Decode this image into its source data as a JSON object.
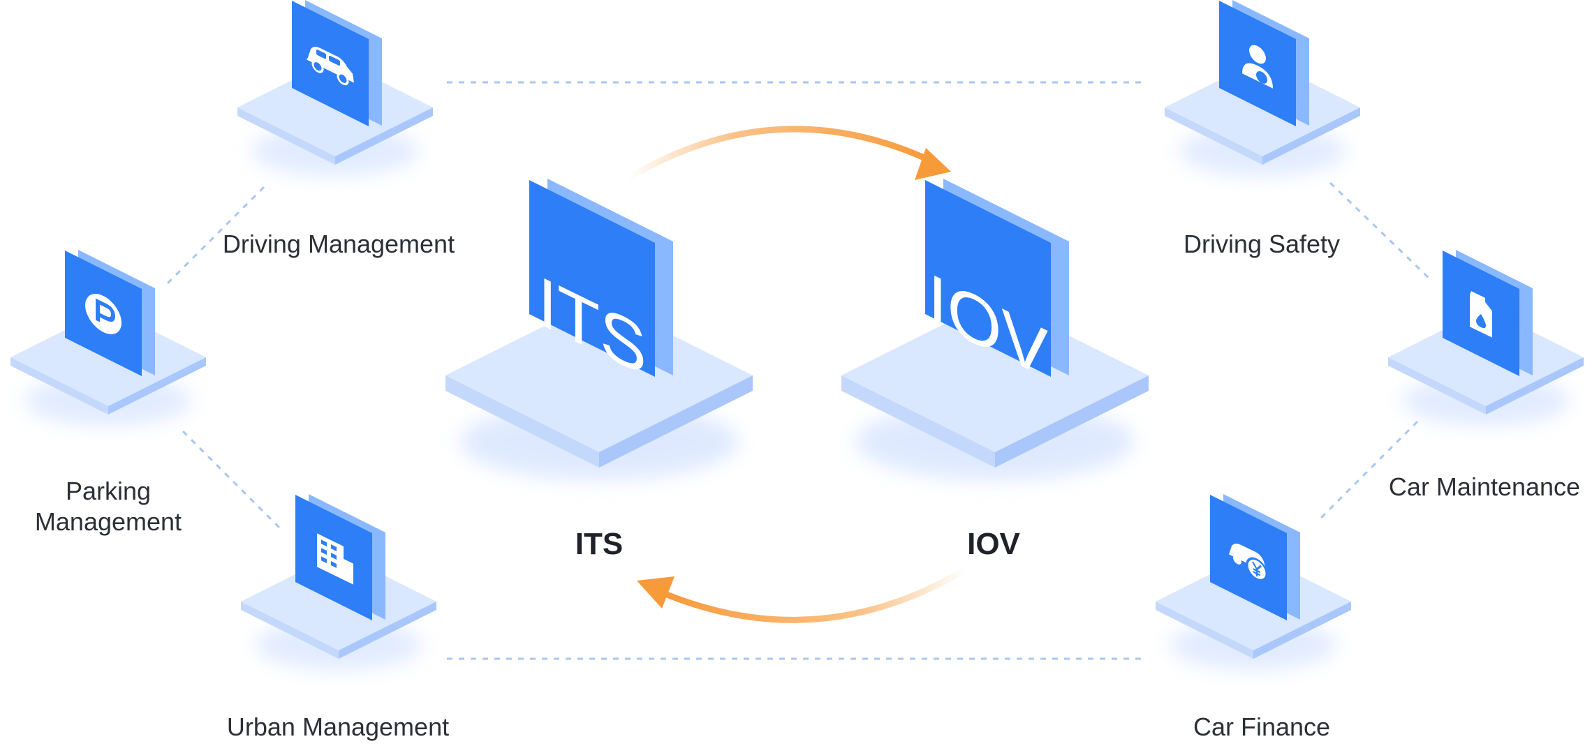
{
  "colors": {
    "tile_face": "#2d7ef7",
    "tile_side": "#8ab8ff",
    "platform_top": "#d7e6ff",
    "platform_left": "#c2d8fd",
    "platform_right": "#a9c8fb",
    "dots": "#a9c6f3",
    "arrow": "#f79a3a"
  },
  "center": {
    "its": {
      "tile_text": "ITS",
      "label": "ITS"
    },
    "iov": {
      "tile_text": "IOV",
      "label": "IOV"
    }
  },
  "nodes": {
    "driving_management": {
      "label": "Driving Management",
      "icon": "car-icon"
    },
    "parking_management": {
      "label": "Parking Management",
      "icon": "parking-icon"
    },
    "urban_management": {
      "label": "Urban Management",
      "icon": "building-icon"
    },
    "driving_safety": {
      "label": "Driving Safety",
      "icon": "driver-icon"
    },
    "car_maintenance": {
      "label": "Car Maintenance",
      "icon": "fuel-can-icon"
    },
    "car_finance": {
      "label": "Car Finance",
      "icon": "car-yen-icon"
    }
  }
}
